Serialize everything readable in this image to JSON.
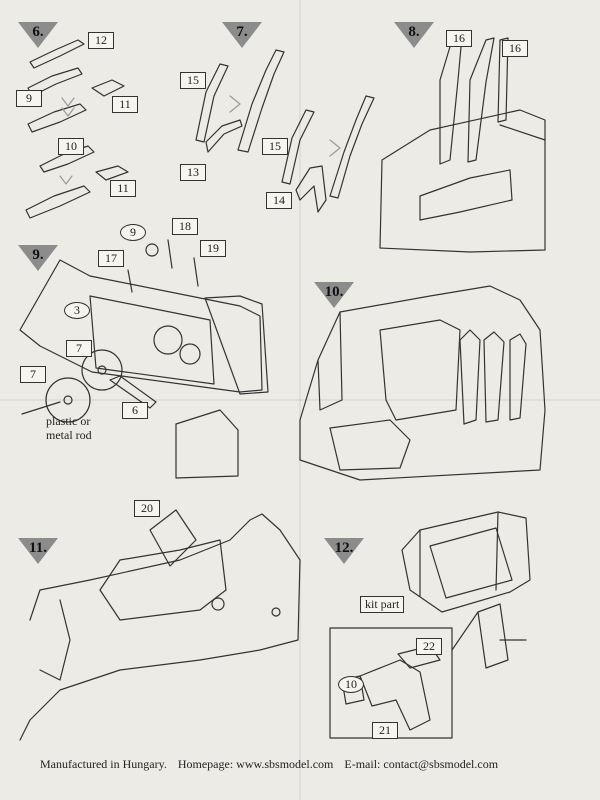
{
  "steps": [
    "6.",
    "7.",
    "8.",
    "9.",
    "10.",
    "11.",
    "12."
  ],
  "labels": {
    "s6": [
      "12",
      "9",
      "11",
      "10",
      "11"
    ],
    "s7": [
      "15",
      "13",
      "15",
      "14"
    ],
    "s8": [
      "16",
      "16"
    ],
    "s9": [
      "9",
      "18",
      "19",
      "17",
      "3",
      "7",
      "7",
      "6"
    ],
    "s11": [
      "20"
    ],
    "s12": [
      "22",
      "10",
      "21"
    ]
  },
  "notes": {
    "rod": "plastic or\nmetal rod",
    "kit_part": "kit part"
  },
  "footer": {
    "made": "Manufactured in Hungary.",
    "homepage": "Homepage: www.sbsmodel.com",
    "email": "E-mail: contact@sbsmodel.com"
  }
}
